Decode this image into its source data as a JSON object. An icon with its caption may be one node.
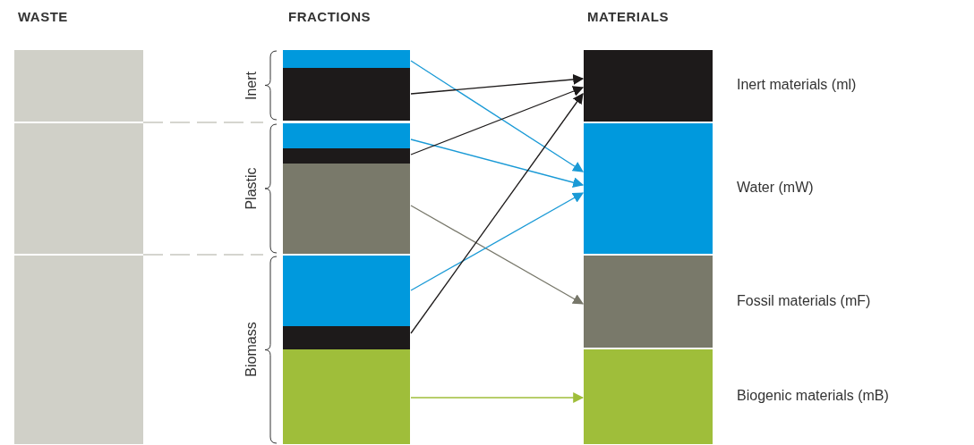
{
  "diagram": {
    "nodes": [
      {
        "text": [],
        "shape": "box"
      },
      {
        "text": [],
        "shape": "box"
      },
      {
        "text": [],
        "shape": "box"
      },
      {
        "text": [],
        "shape": "box"
      },
      {
        "text": [],
        "shape": "box"
      },
      {
        "text": [],
        "shape": "box"
      },
      {
        "text": [],
        "shape": "box"
      },
      {
        "text": [],
        "shape": "box"
      },
      {
        "text": [],
        "shape": "box"
      },
      {
        "text": [],
        "shape": "box"
      },
      {
        "text": [],
        "shape": "box"
      },
      {
        "text": [],
        "shape": "box",
        "beside": [
          "Inert materials (ml)"
        ]
      },
      {
        "text": [],
        "shape": "box",
        "beside": [
          "Water (mW)"
        ]
      },
      {
        "text": [],
        "shape": "box",
        "beside": [
          "Fossil materials (mF)"
        ]
      },
      {
        "text": [],
        "shape": "box",
        "beside": [
          "Biogenic materials (mB)"
        ]
      }
    ],
    "edges": [
      {
        "from": 3,
        "to": 12,
        "arrow": "to",
        "color": "#1a9ad6"
      },
      {
        "from": 4,
        "to": 11,
        "arrow": "to",
        "color": "#1d1a1a"
      },
      {
        "from": 5,
        "to": 12,
        "arrow": "to",
        "color": "#1a9ad6"
      },
      {
        "from": 6,
        "to": 11,
        "arrow": "to",
        "color": "#1d1a1a"
      },
      {
        "from": 7,
        "to": 13,
        "arrow": "to",
        "color": "#77776a"
      },
      {
        "from": 8,
        "to": 12,
        "arrow": "to",
        "color": "#1a9ad6"
      },
      {
        "from": 9,
        "to": 11,
        "arrow": "to",
        "color": "#1d1a1a"
      },
      {
        "from": 10,
        "to": 14,
        "arrow": "to",
        "color": "#9fbe3a"
      }
    ],
    "labels": [
      "WASTE",
      "FRACTIONS",
      "MATERIALS",
      "Inert",
      "Plastic",
      "Biomass"
    ]
  }
}
